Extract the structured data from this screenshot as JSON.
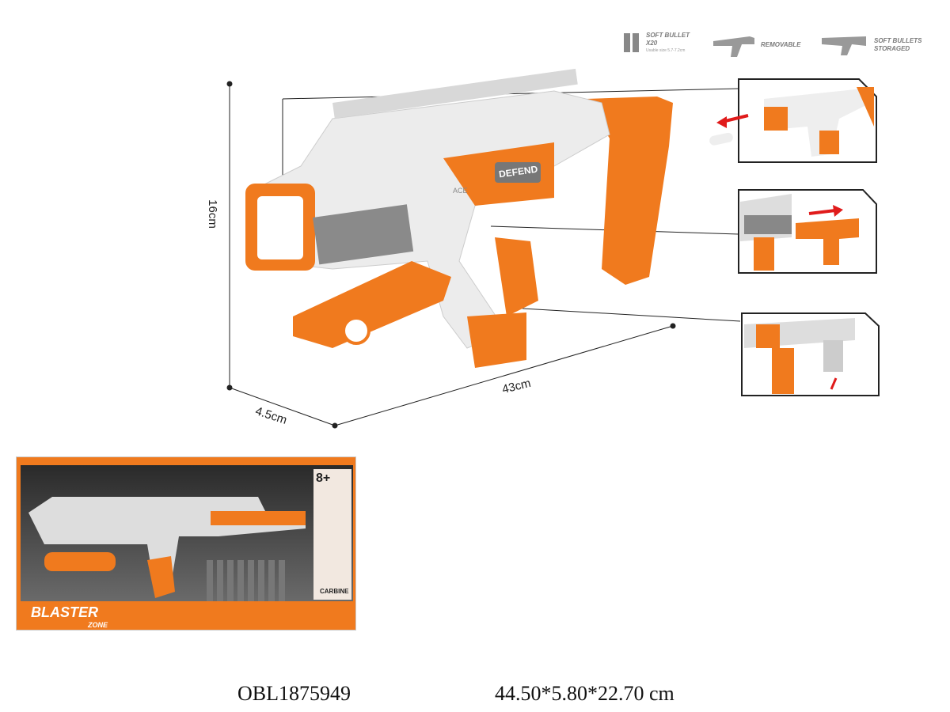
{
  "features": [
    {
      "icon": "bullets-icon",
      "title": "SOFT BULLET",
      "sub": "X20",
      "note": "Usable size 5.7-7.2cm"
    },
    {
      "icon": "removable-gun-icon",
      "title": "REMOVABLE"
    },
    {
      "icon": "storage-gun-icon",
      "title": "SOFT BULLETS",
      "sub": "STORAGED"
    }
  ],
  "product": {
    "badge": "DEFEND",
    "side_text": "ACE"
  },
  "dimensions": {
    "height": "16cm",
    "length": "43cm",
    "depth": "4.5cm"
  },
  "package": {
    "age": "8+",
    "brand": "BLASTER",
    "brand_sub": "ZONE",
    "label": "CARBINE"
  },
  "footer": {
    "item_code": "OBL1875949",
    "package_size": "44.50*5.80*22.70 cm"
  },
  "colors": {
    "orange": "#f07a1e",
    "white": "#eeeeee",
    "grey": "#8a8a8a"
  }
}
